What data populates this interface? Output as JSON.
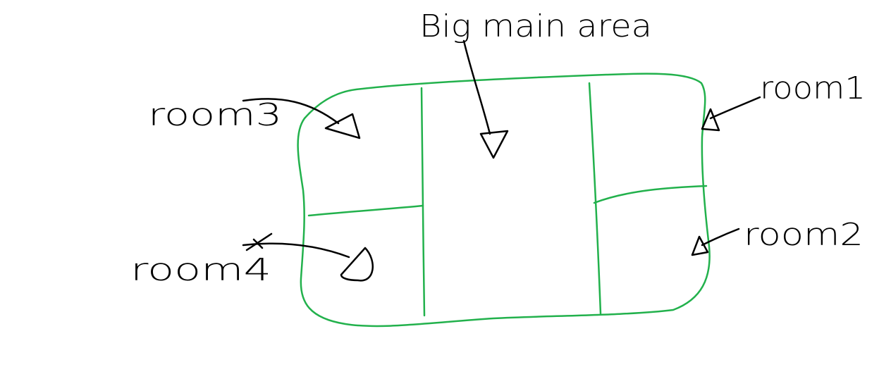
{
  "colors": {
    "outline": "#22b14c",
    "ink": "#000000",
    "background": "#ffffff"
  },
  "labels": {
    "main": "Big main area",
    "room1": "room1",
    "room2": "room2",
    "room3": "room3",
    "room4": "room4"
  }
}
